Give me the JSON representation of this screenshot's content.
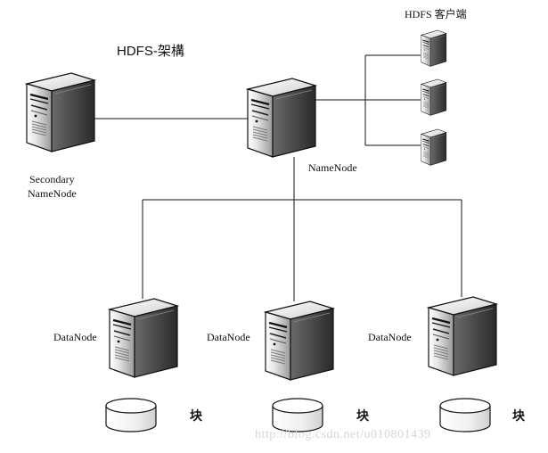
{
  "title": "HDFS-架構",
  "nodes": {
    "secondary": {
      "line1": "Secondary",
      "line2": "NameNode"
    },
    "namenode": {
      "label": "NameNode"
    },
    "clients": {
      "label": "HDFS 客户端"
    },
    "datanodes": [
      {
        "label": "DataNode",
        "block": "块"
      },
      {
        "label": "DataNode",
        "block": "块"
      },
      {
        "label": "DataNode",
        "block": "块"
      }
    ]
  },
  "watermark": "http://blog.csdn.net/u010801439",
  "colors": {
    "stroke": "#111111",
    "server_light": "#f4f4f4",
    "server_mid": "#b8b8b8",
    "server_dark": "#3a3a3a"
  },
  "icons": [
    "server-icon",
    "disk-icon"
  ]
}
